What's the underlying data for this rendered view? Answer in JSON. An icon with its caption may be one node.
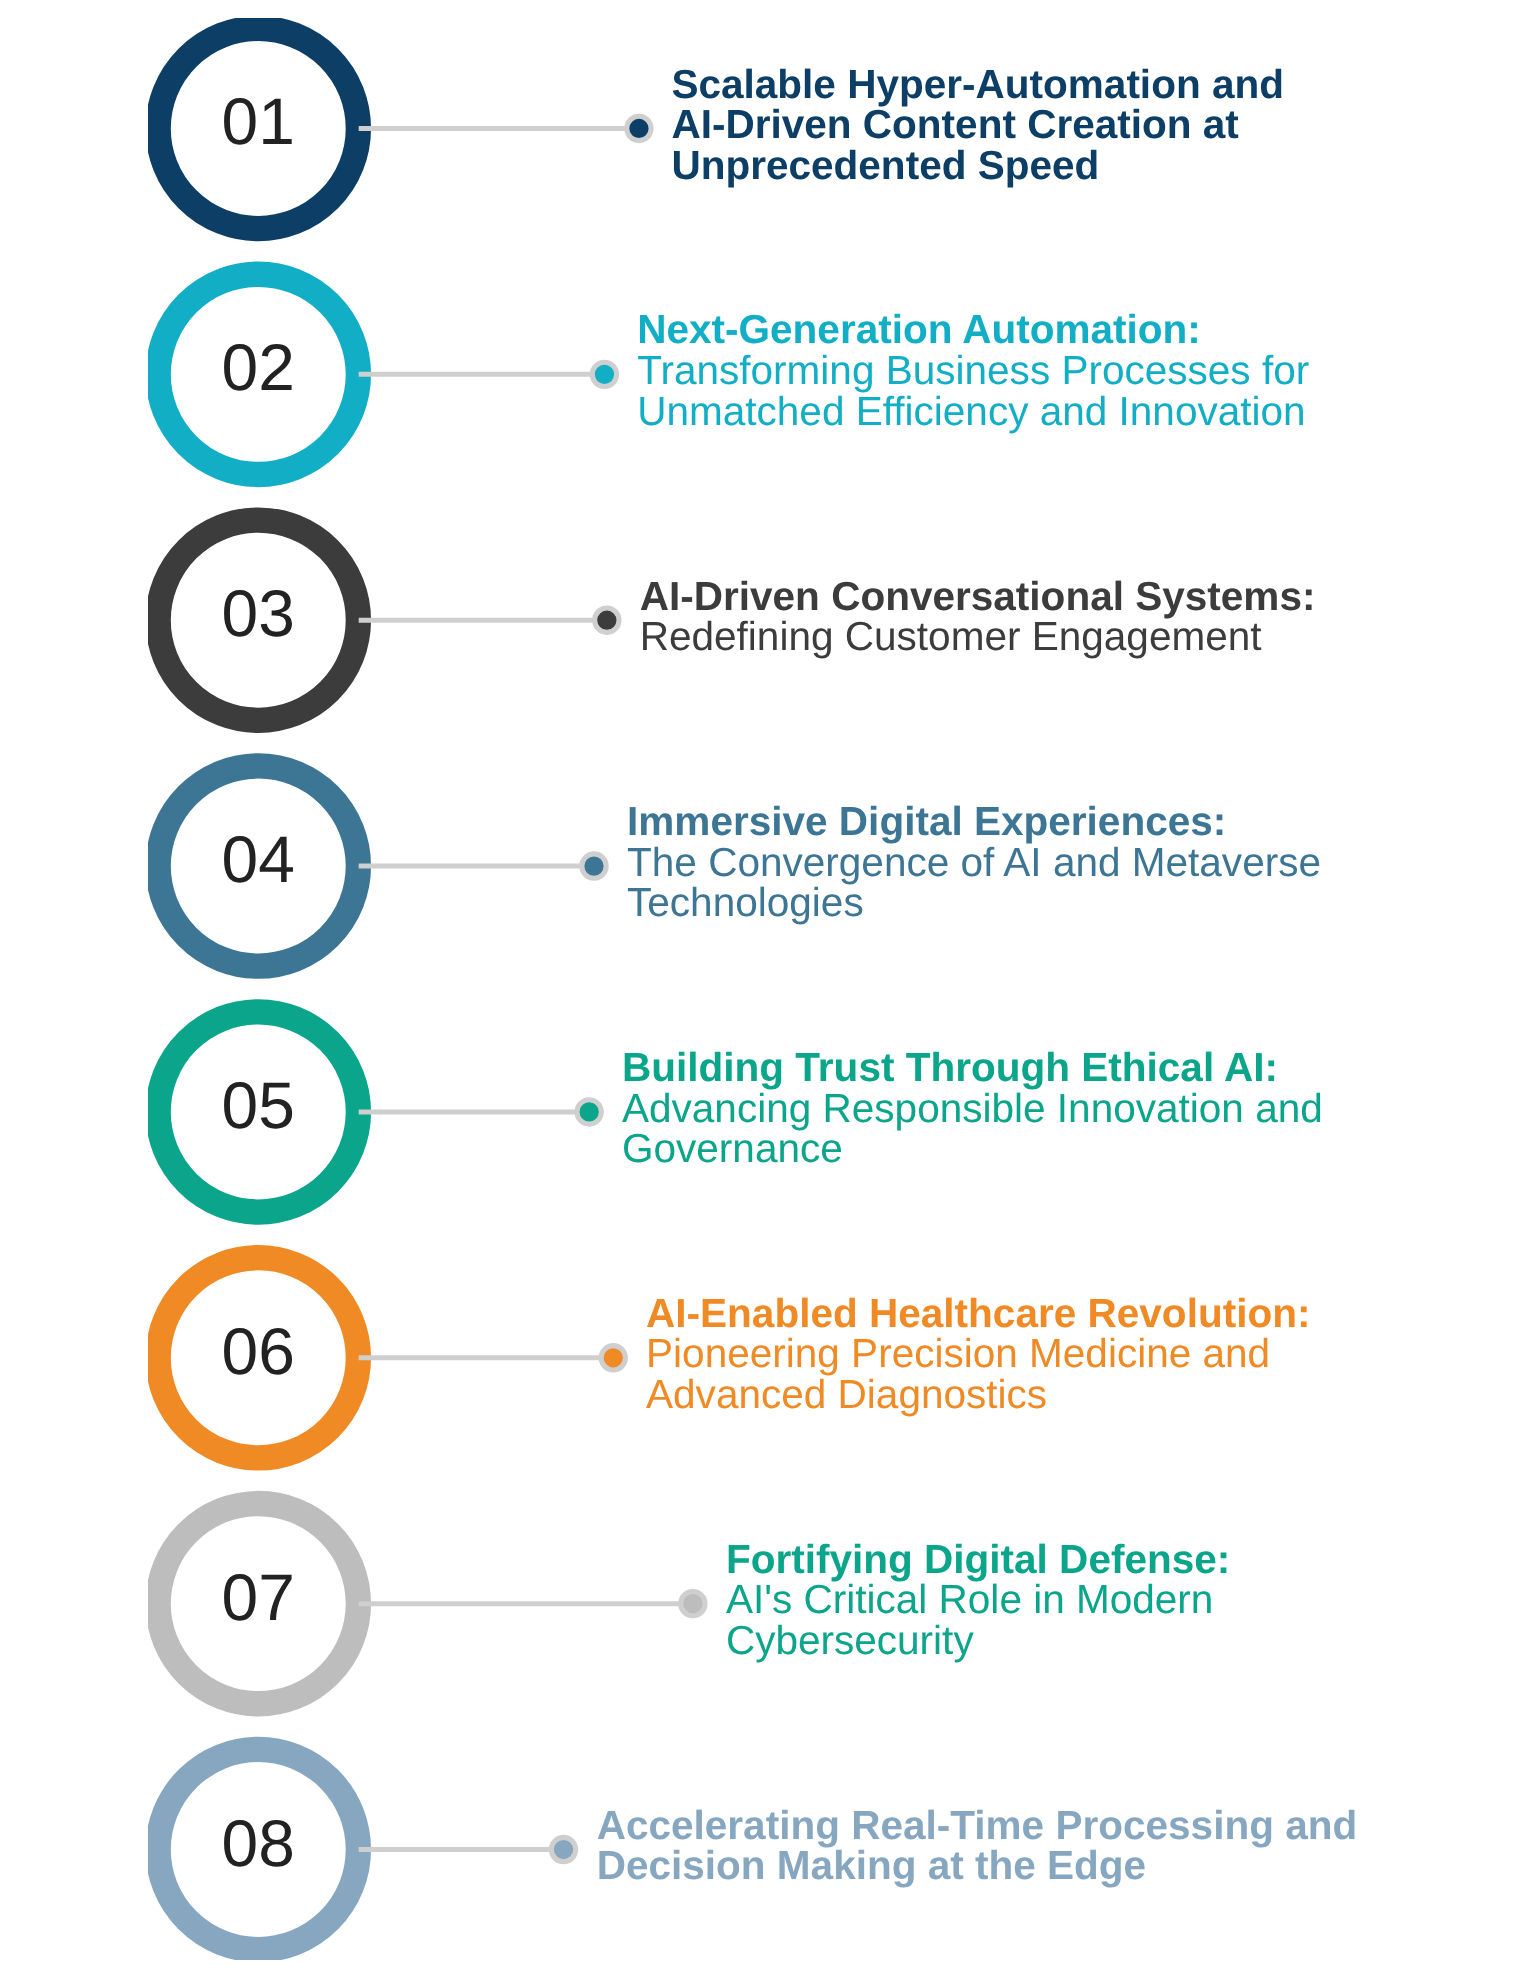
{
  "diagram": {
    "nodes": [
      {
        "text": [
          "01"
        ]
      },
      {
        "text": [
          "Scalable Hyper-Automation and AI-Driven Content Creation at Unprecedented Speed"
        ]
      },
      {
        "text": [
          "02"
        ]
      },
      {
        "text": [
          "Next-Generation Automation:",
          "Transforming Business Processes for Unmatched Efficiency and Innovation"
        ]
      },
      {
        "text": [
          "03"
        ]
      },
      {
        "text": [
          "AI-Driven Conversational Systems:",
          "Redefining Customer Engagement"
        ]
      },
      {
        "text": [
          "04"
        ]
      },
      {
        "text": [
          "Immersive Digital Experiences:",
          "The Convergence of AI and Metaverse Technologies"
        ]
      },
      {
        "text": [
          "05"
        ]
      },
      {
        "text": [
          "Building Trust Through Ethical AI:",
          "Advancing Responsible Innovation and Governance"
        ]
      },
      {
        "text": [
          "06"
        ]
      },
      {
        "text": [
          "AI-Enabled Healthcare Revolution:",
          "Pioneering Precision Medicine and Advanced Diagnostics"
        ]
      },
      {
        "text": [
          "07"
        ]
      },
      {
        "text": [
          "Fortifying Digital Defense:",
          "AI's Critical Role in Modern Cybersecurity"
        ]
      },
      {
        "text": [
          "08"
        ]
      },
      {
        "text": [
          "Accelerating Real-Time Processing and Decision Making at the Edge"
        ]
      }
    ],
    "edges": [
      {
        "from": 0,
        "to": 1,
        "arrow": "other"
      },
      {
        "from": 2,
        "to": 3,
        "arrow": "other"
      },
      {
        "from": 4,
        "to": 5,
        "arrow": "other"
      },
      {
        "from": 6,
        "to": 7,
        "arrow": "other"
      },
      {
        "from": 8,
        "to": 9,
        "arrow": "other"
      },
      {
        "from": 10,
        "to": 11,
        "arrow": "other"
      },
      {
        "from": 12,
        "to": 13,
        "arrow": "other"
      },
      {
        "from": 14,
        "to": 15,
        "arrow": "other"
      }
    ]
  }
}
